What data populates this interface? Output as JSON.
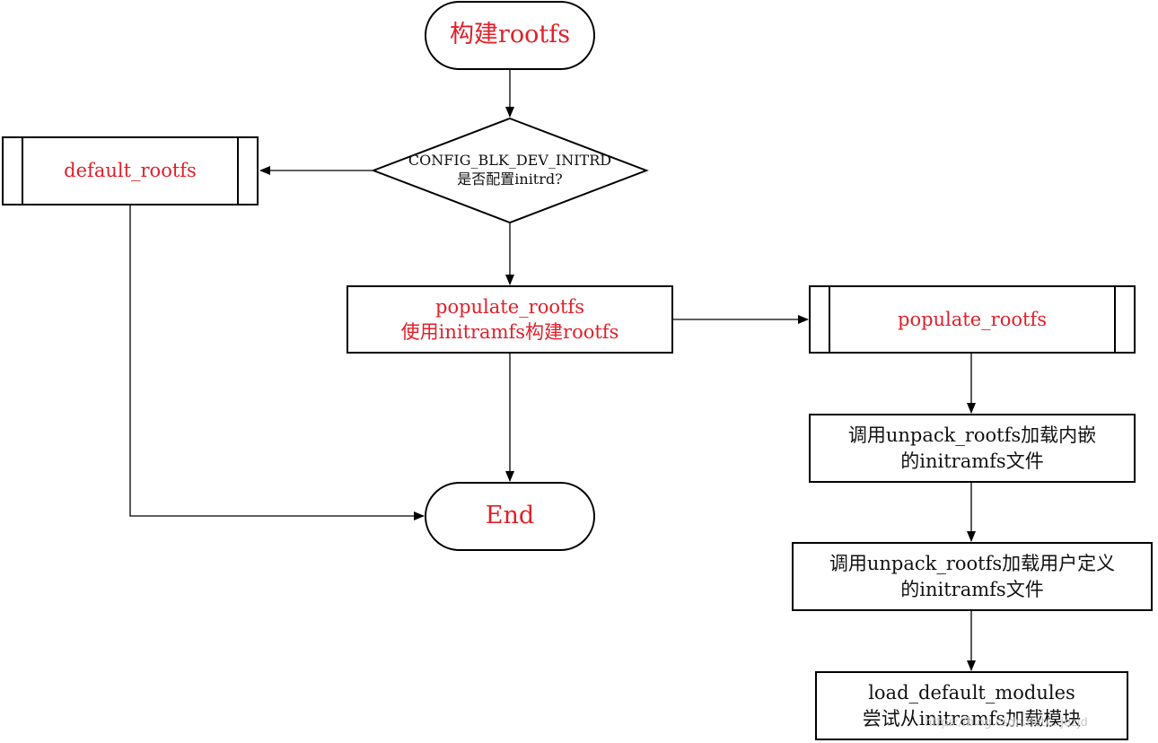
{
  "nodes": {
    "start": "构建rootfs",
    "decision_line1": "CONFIG_BLK_DEV_INITRD",
    "decision_line2": "是否配置initrd?",
    "default_rootfs": "default_rootfs",
    "populate_line1": "populate_rootfs",
    "populate_line2": "使用initramfs构建rootfs",
    "end": "End",
    "sub_populate": "populate_rootfs",
    "unpack_embedded_line1": "调用unpack_rootfs加载内嵌",
    "unpack_embedded_line2": "的initramfs文件",
    "unpack_user_line1": "调用unpack_rootfs加载用户定义",
    "unpack_user_line2": "的initramfs文件",
    "load_modules_line1": "load_default_modules",
    "load_modules_line2": "尝试从initramfs加载模块"
  },
  "watermark": "https://blog.csdn.net/...jezjd",
  "colors": {
    "highlight_text": "#e0202a",
    "normal_text": "#111111",
    "stroke": "#000000"
  }
}
